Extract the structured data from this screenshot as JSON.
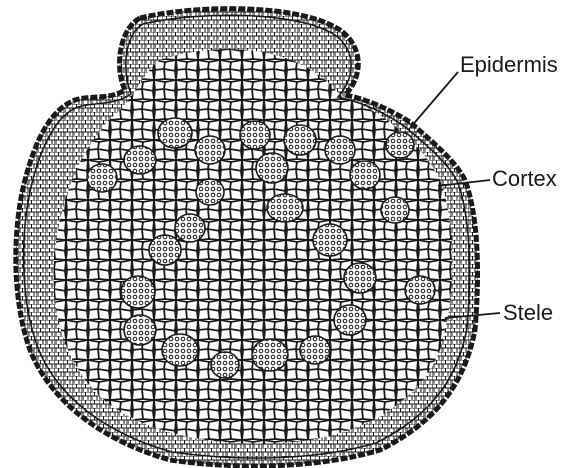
{
  "labels": {
    "epidermis": "Epidermis",
    "cortex": "Cortex",
    "stele": "Stele"
  },
  "colors": {
    "ink": "#1a1a1a",
    "paper": "#ffffff"
  }
}
